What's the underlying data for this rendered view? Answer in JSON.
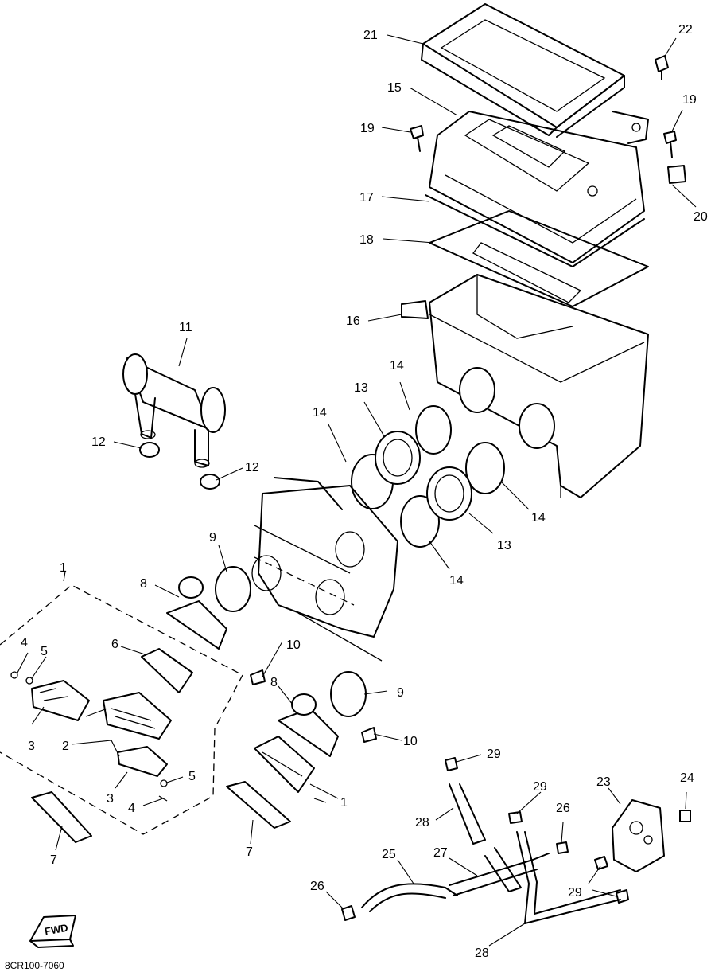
{
  "diagram": {
    "footer_code": "8CR100-7060",
    "fwd_label": "FWD",
    "callouts": [
      "1",
      "2",
      "3",
      "4",
      "5",
      "6",
      "7",
      "8",
      "9",
      "10",
      "11",
      "12",
      "13",
      "14",
      "15",
      "16",
      "17",
      "18",
      "19",
      "20",
      "21",
      "22",
      "23",
      "24",
      "25",
      "26",
      "27",
      "28",
      "29"
    ]
  }
}
